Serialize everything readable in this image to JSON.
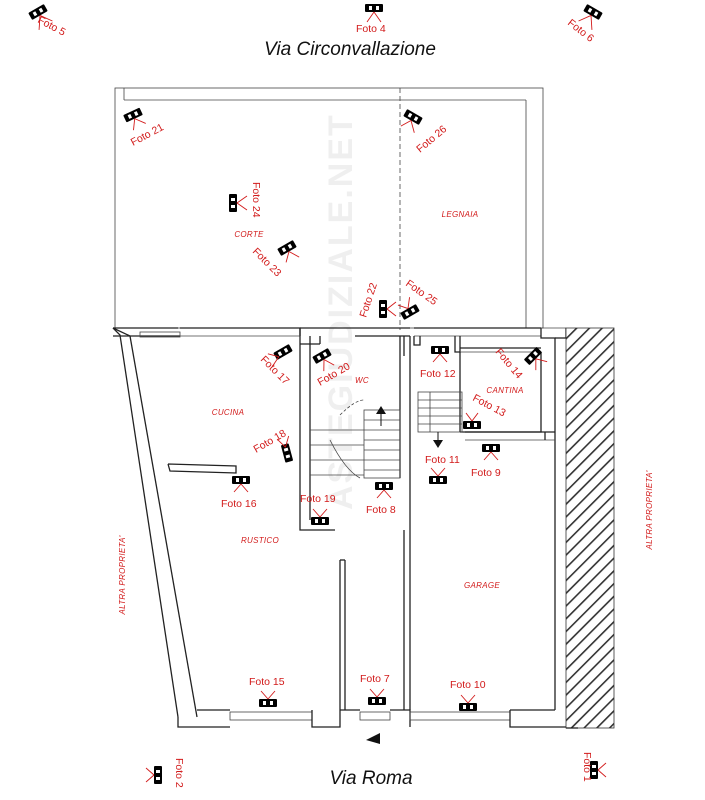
{
  "streets": {
    "top": "Via Circonvallazione",
    "bottom": "Via Roma"
  },
  "rooms": {
    "corte": "CORTE",
    "legnaia": "LEGNAIA",
    "cucina": "CUCINA",
    "wc": "WC",
    "cantina": "CANTINA",
    "rustico": "RUSTICO",
    "garage": "GARAGE"
  },
  "side_labels": {
    "left": "ALTRA PROPRIETA'",
    "right": "ALTRA PROPRIETA'"
  },
  "watermark": "ASTEGIUDIZIALE.NET",
  "photos": {
    "p1": "Foto 1",
    "p2": "Foto 2",
    "p4": "Foto 4",
    "p5": "Foto 5",
    "p6": "Foto 6",
    "p7": "Foto 7",
    "p8": "Foto 8",
    "p9": "Foto 9",
    "p10": "Foto 10",
    "p11": "Foto 11",
    "p12": "Foto 12",
    "p13": "Foto 13",
    "p14": "Foto 14",
    "p15": "Foto 15",
    "p16": "Foto 16",
    "p17": "Foto 17",
    "p18": "Foto 18",
    "p19": "Foto 19",
    "p20": "Foto 20",
    "p21": "Foto 21",
    "p22": "Foto 22",
    "p23": "Foto 23",
    "p24": "Foto 24",
    "p25": "Foto 25",
    "p26": "Foto 26"
  },
  "colors": {
    "annotation": "#d21a1a",
    "wall": "#222222"
  }
}
